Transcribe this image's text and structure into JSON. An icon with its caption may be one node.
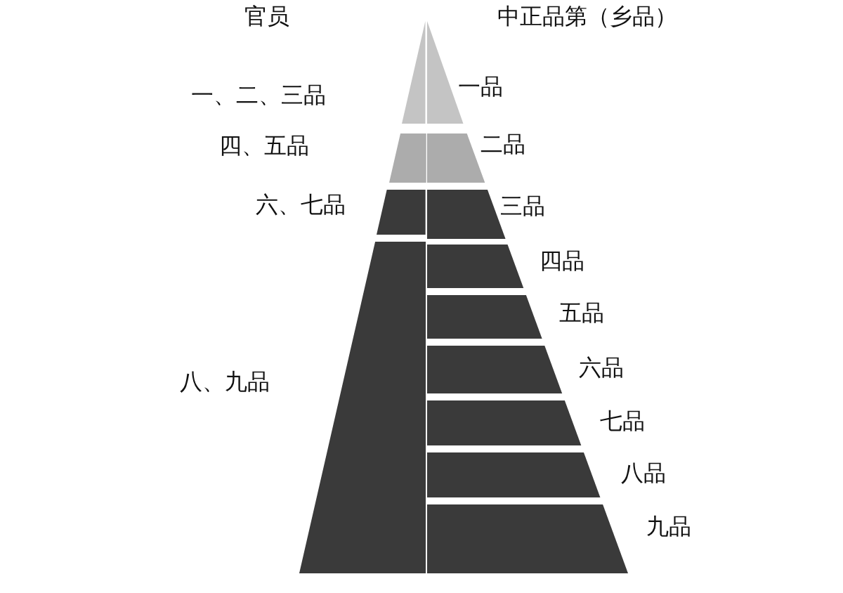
{
  "diagram": {
    "nodes": [
      {
        "text": [],
        "shape": "triangle",
        "beside": [
          "一、二、三品"
        ]
      },
      {
        "text": [],
        "shape": "trapezoid",
        "beside": [
          "四、五品"
        ]
      },
      {
        "text": [],
        "shape": "trapezoid",
        "beside": [
          "六、七品"
        ]
      },
      {
        "text": [],
        "shape": "trapezoid",
        "beside": [
          "八、九品"
        ]
      },
      {
        "text": [],
        "shape": "triangle",
        "beside": [
          "一品"
        ]
      },
      {
        "text": [],
        "shape": "trapezoid",
        "beside": [
          "二品"
        ]
      },
      {
        "text": [],
        "shape": "trapezoid",
        "beside": [
          "三品"
        ]
      },
      {
        "text": [],
        "shape": "trapezoid",
        "beside": [
          "四品"
        ]
      },
      {
        "text": [],
        "shape": "trapezoid",
        "beside": [
          "五品"
        ]
      },
      {
        "text": [],
        "shape": "trapezoid",
        "beside": [
          "六品"
        ]
      },
      {
        "text": [],
        "shape": "trapezoid",
        "beside": [
          "七品"
        ]
      },
      {
        "text": [],
        "shape": "trapezoid",
        "beside": [
          "八品"
        ]
      },
      {
        "text": [],
        "shape": "trapezoid",
        "beside": [
          "九品"
        ]
      }
    ],
    "edges": [],
    "labels": [
      "官员",
      "中正品第（乡品）"
    ]
  }
}
